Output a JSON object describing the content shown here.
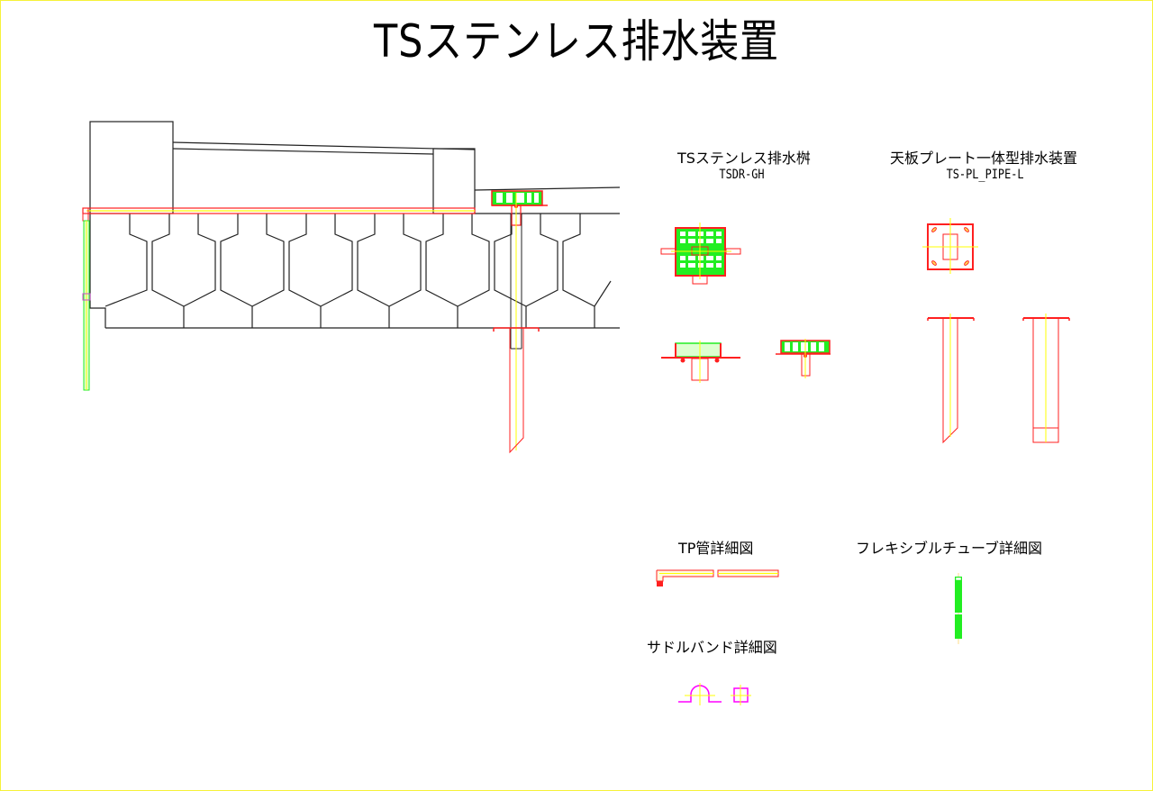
{
  "title": "TSステンレス排水装置",
  "sections": {
    "drain_basin": {
      "title": "TSステンレス排水桝",
      "model": "TSDR-GH"
    },
    "plate_drain": {
      "title": "天板プレート一体型排水装置",
      "model": "TS-PL_PIPE-L"
    },
    "tp_pipe": {
      "title": "TP管詳細図"
    },
    "flex_tube": {
      "title": "フレキシブルチューブ詳細図"
    },
    "saddle_band": {
      "title": "サドルバンド詳細図"
    }
  },
  "colors": {
    "outline": "#222222",
    "steel": "#ff2020",
    "center": "#ffff00",
    "grate": "#22ee22",
    "band": "#ff00ff",
    "border": "#f6f23a"
  }
}
